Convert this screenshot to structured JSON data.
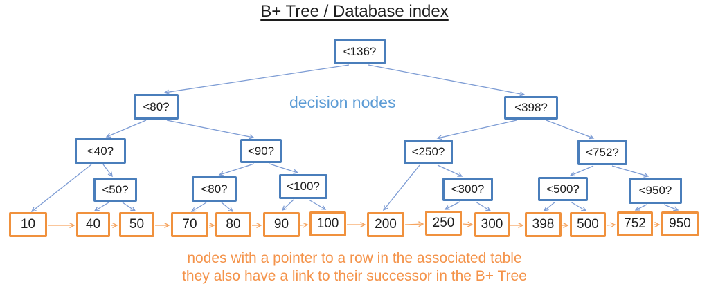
{
  "title": "B+ Tree / Database index",
  "annotations": {
    "decision_nodes_label": "decision nodes",
    "leaf_caption_line1": "nodes with a pointer to a row in the associated table",
    "leaf_caption_line2": "they also have a link to their successor in the B+ Tree"
  },
  "colors": {
    "title": "#1c1c1c",
    "decision_border": "#4a7ebb",
    "decision_label": "#5b9bd5",
    "edge_blue": "#7d9cd4",
    "leaf_border": "#f0913d",
    "edge_orange": "#f6a45f",
    "caption": "#f4934a"
  },
  "tree": {
    "decision_nodes": [
      {
        "id": "n136",
        "label": "<136?",
        "level": 1
      },
      {
        "id": "n80",
        "label": "<80?",
        "level": 2
      },
      {
        "id": "n398",
        "label": "<398?",
        "level": 2
      },
      {
        "id": "n40",
        "label": "<40?",
        "level": 3
      },
      {
        "id": "n90",
        "label": "<90?",
        "level": 3
      },
      {
        "id": "n250",
        "label": "<250?",
        "level": 3
      },
      {
        "id": "n752",
        "label": "<752?",
        "level": 3
      },
      {
        "id": "n50",
        "label": "<50?",
        "level": 4
      },
      {
        "id": "n80b",
        "label": "<80?",
        "level": 4
      },
      {
        "id": "n100",
        "label": "<100?",
        "level": 4
      },
      {
        "id": "n300",
        "label": "<300?",
        "level": 4
      },
      {
        "id": "n500",
        "label": "<500?",
        "level": 4
      },
      {
        "id": "n950",
        "label": "<950?",
        "level": 4
      }
    ],
    "leaf_nodes": [
      {
        "label": "10"
      },
      {
        "label": "40"
      },
      {
        "label": "50"
      },
      {
        "label": "70"
      },
      {
        "label": "80"
      },
      {
        "label": "90"
      },
      {
        "label": "100"
      },
      {
        "label": "200"
      },
      {
        "label": "250"
      },
      {
        "label": "300"
      },
      {
        "label": "398"
      },
      {
        "label": "500"
      },
      {
        "label": "752"
      },
      {
        "label": "950"
      }
    ],
    "edges_blue": [
      "n136->n80",
      "n136->n398",
      "n80->n40",
      "n80->n90",
      "n398->n250",
      "n398->n752",
      "n40->leaf10",
      "n40->n50",
      "n90->n80b",
      "n90->n100",
      "n250->leaf200",
      "n250->n300",
      "n752->n500",
      "n752->n950",
      "n50->leaf40",
      "n50->leaf50",
      "n80b->leaf70",
      "n80b->leaf80",
      "n100->leaf90",
      "n100->leaf100",
      "n300->leaf250",
      "n300->leaf300",
      "n500->leaf398",
      "n500->leaf500",
      "n950->leaf752",
      "n950->leaf950"
    ],
    "edges_orange_successor": [
      "10->40",
      "40->50",
      "50->70",
      "70->80",
      "80->90",
      "90->100",
      "100->200",
      "200->250",
      "250->300",
      "300->398",
      "398->500",
      "500->752",
      "752->950"
    ]
  }
}
